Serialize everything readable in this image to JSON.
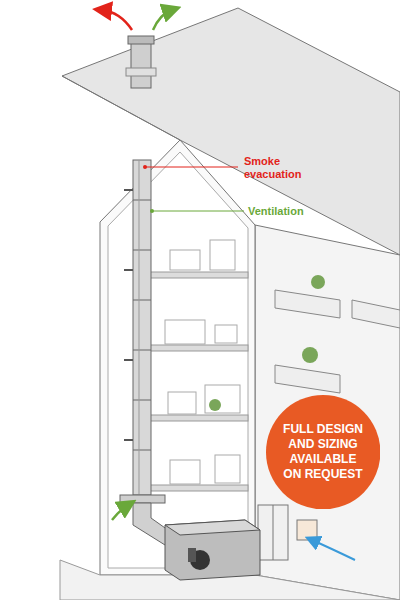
{
  "diagram": {
    "nodes": [
      {
        "text": [
          "FULL DESIGN AND SIZING AVAILABLE ON REQUEST"
        ]
      }
    ],
    "labels": [
      "Smoke evacuation",
      "Ventilation"
    ]
  }
}
